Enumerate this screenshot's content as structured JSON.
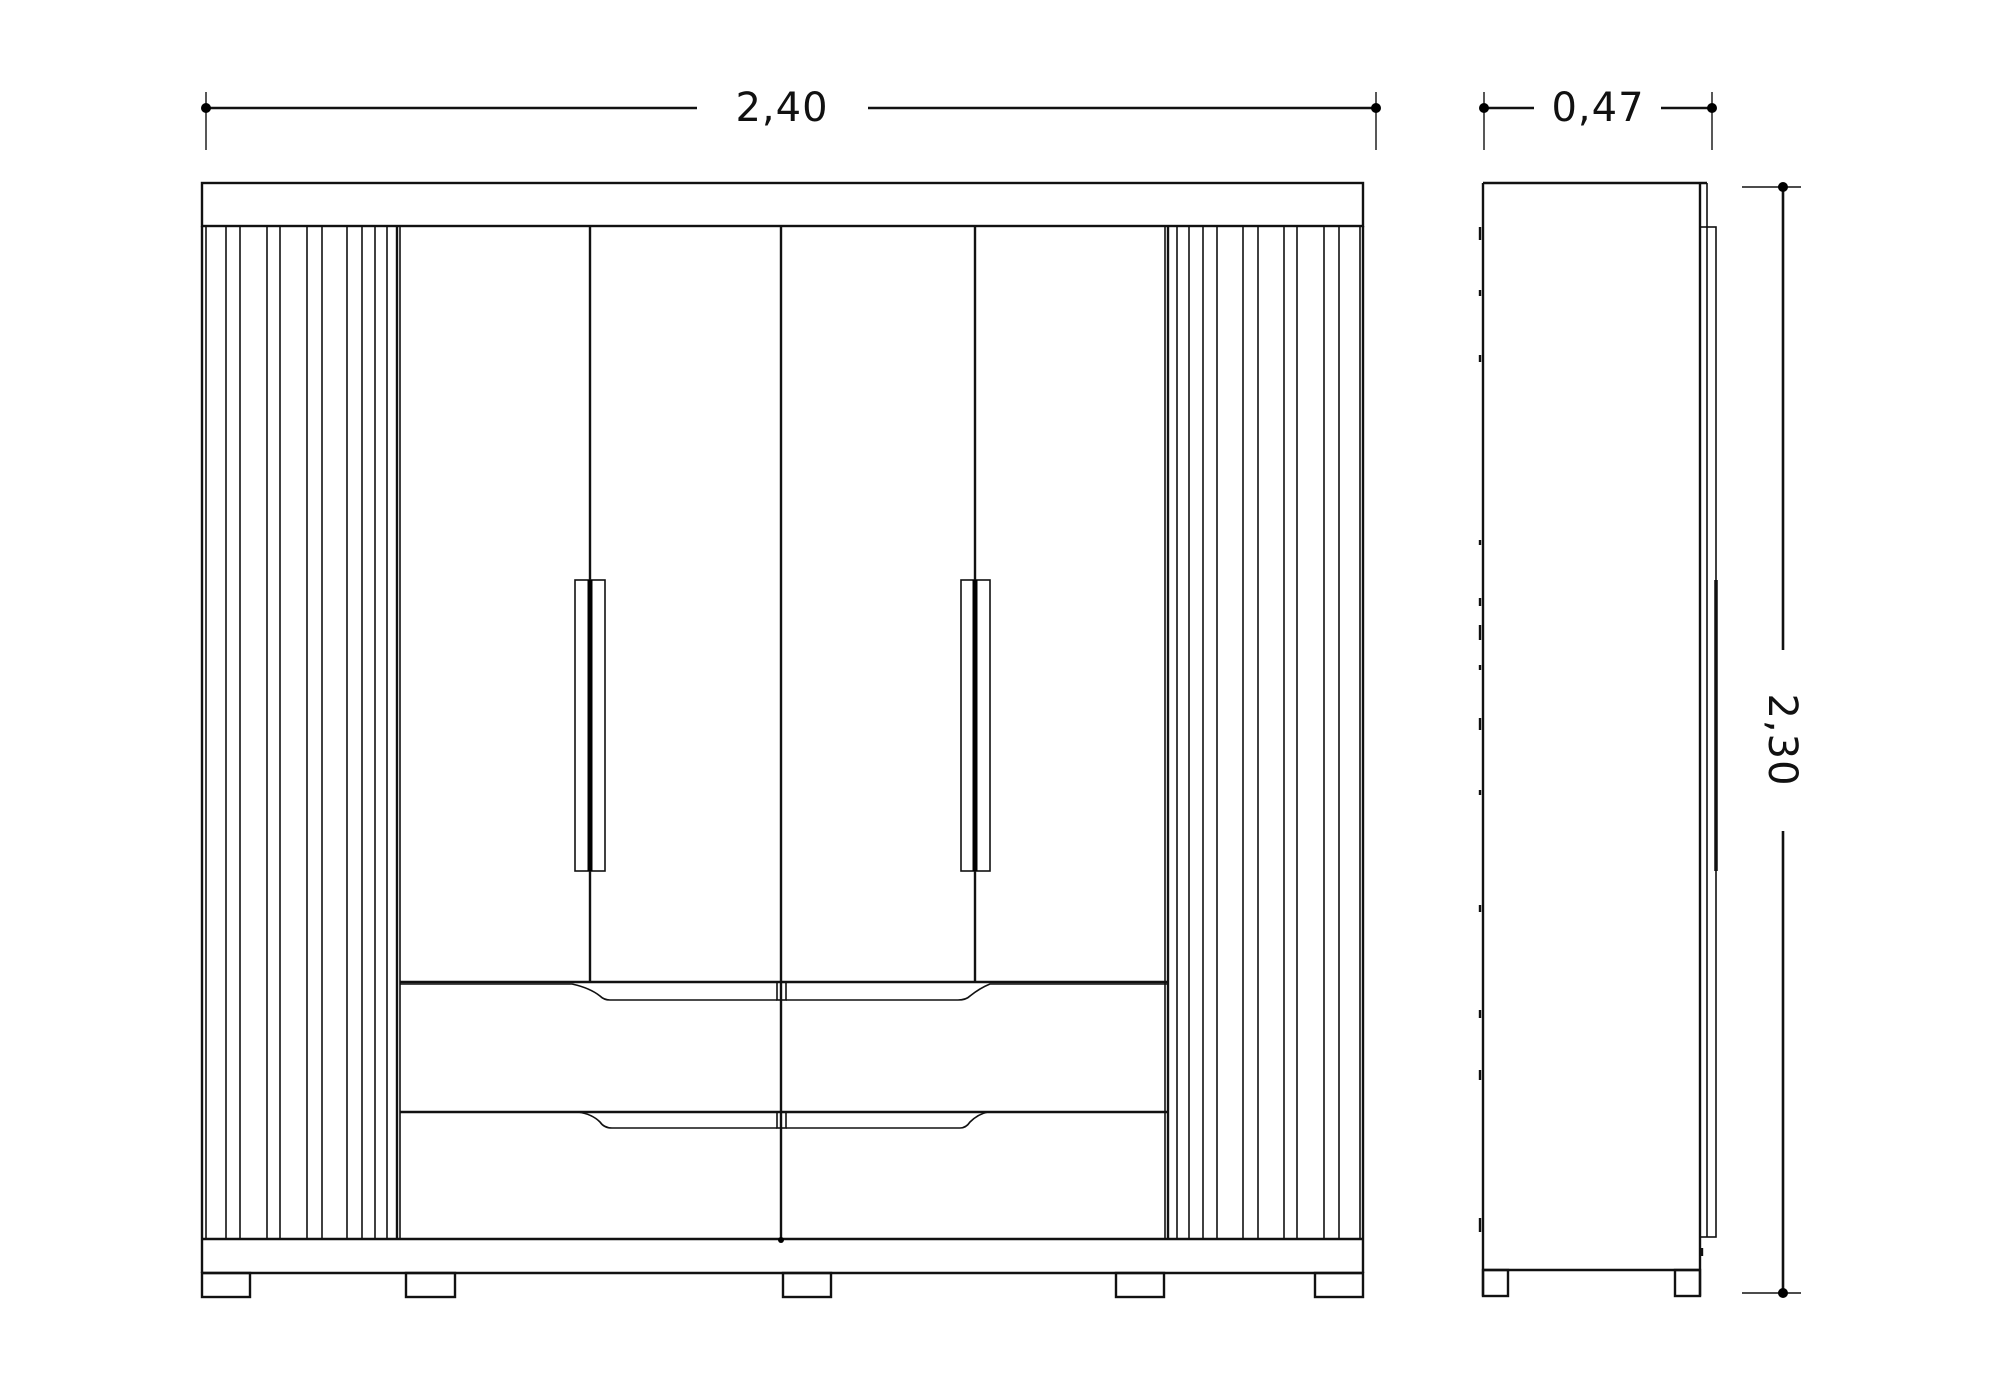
{
  "drawing": {
    "type": "technical furniture drawing",
    "subject": "wardrobe",
    "views": [
      "front-elevation",
      "side-elevation"
    ],
    "line_color": "#111111",
    "background": "#ffffff"
  },
  "dimensions": {
    "width_label": "2,40",
    "depth_label": "0,47",
    "height_label": "2,30"
  },
  "front_view": {
    "fluted_side_panels": 2,
    "hinged_doors": 4,
    "door_handles": 2,
    "drawers": 4,
    "feet": 5
  },
  "side_view": {
    "feet": 2
  }
}
